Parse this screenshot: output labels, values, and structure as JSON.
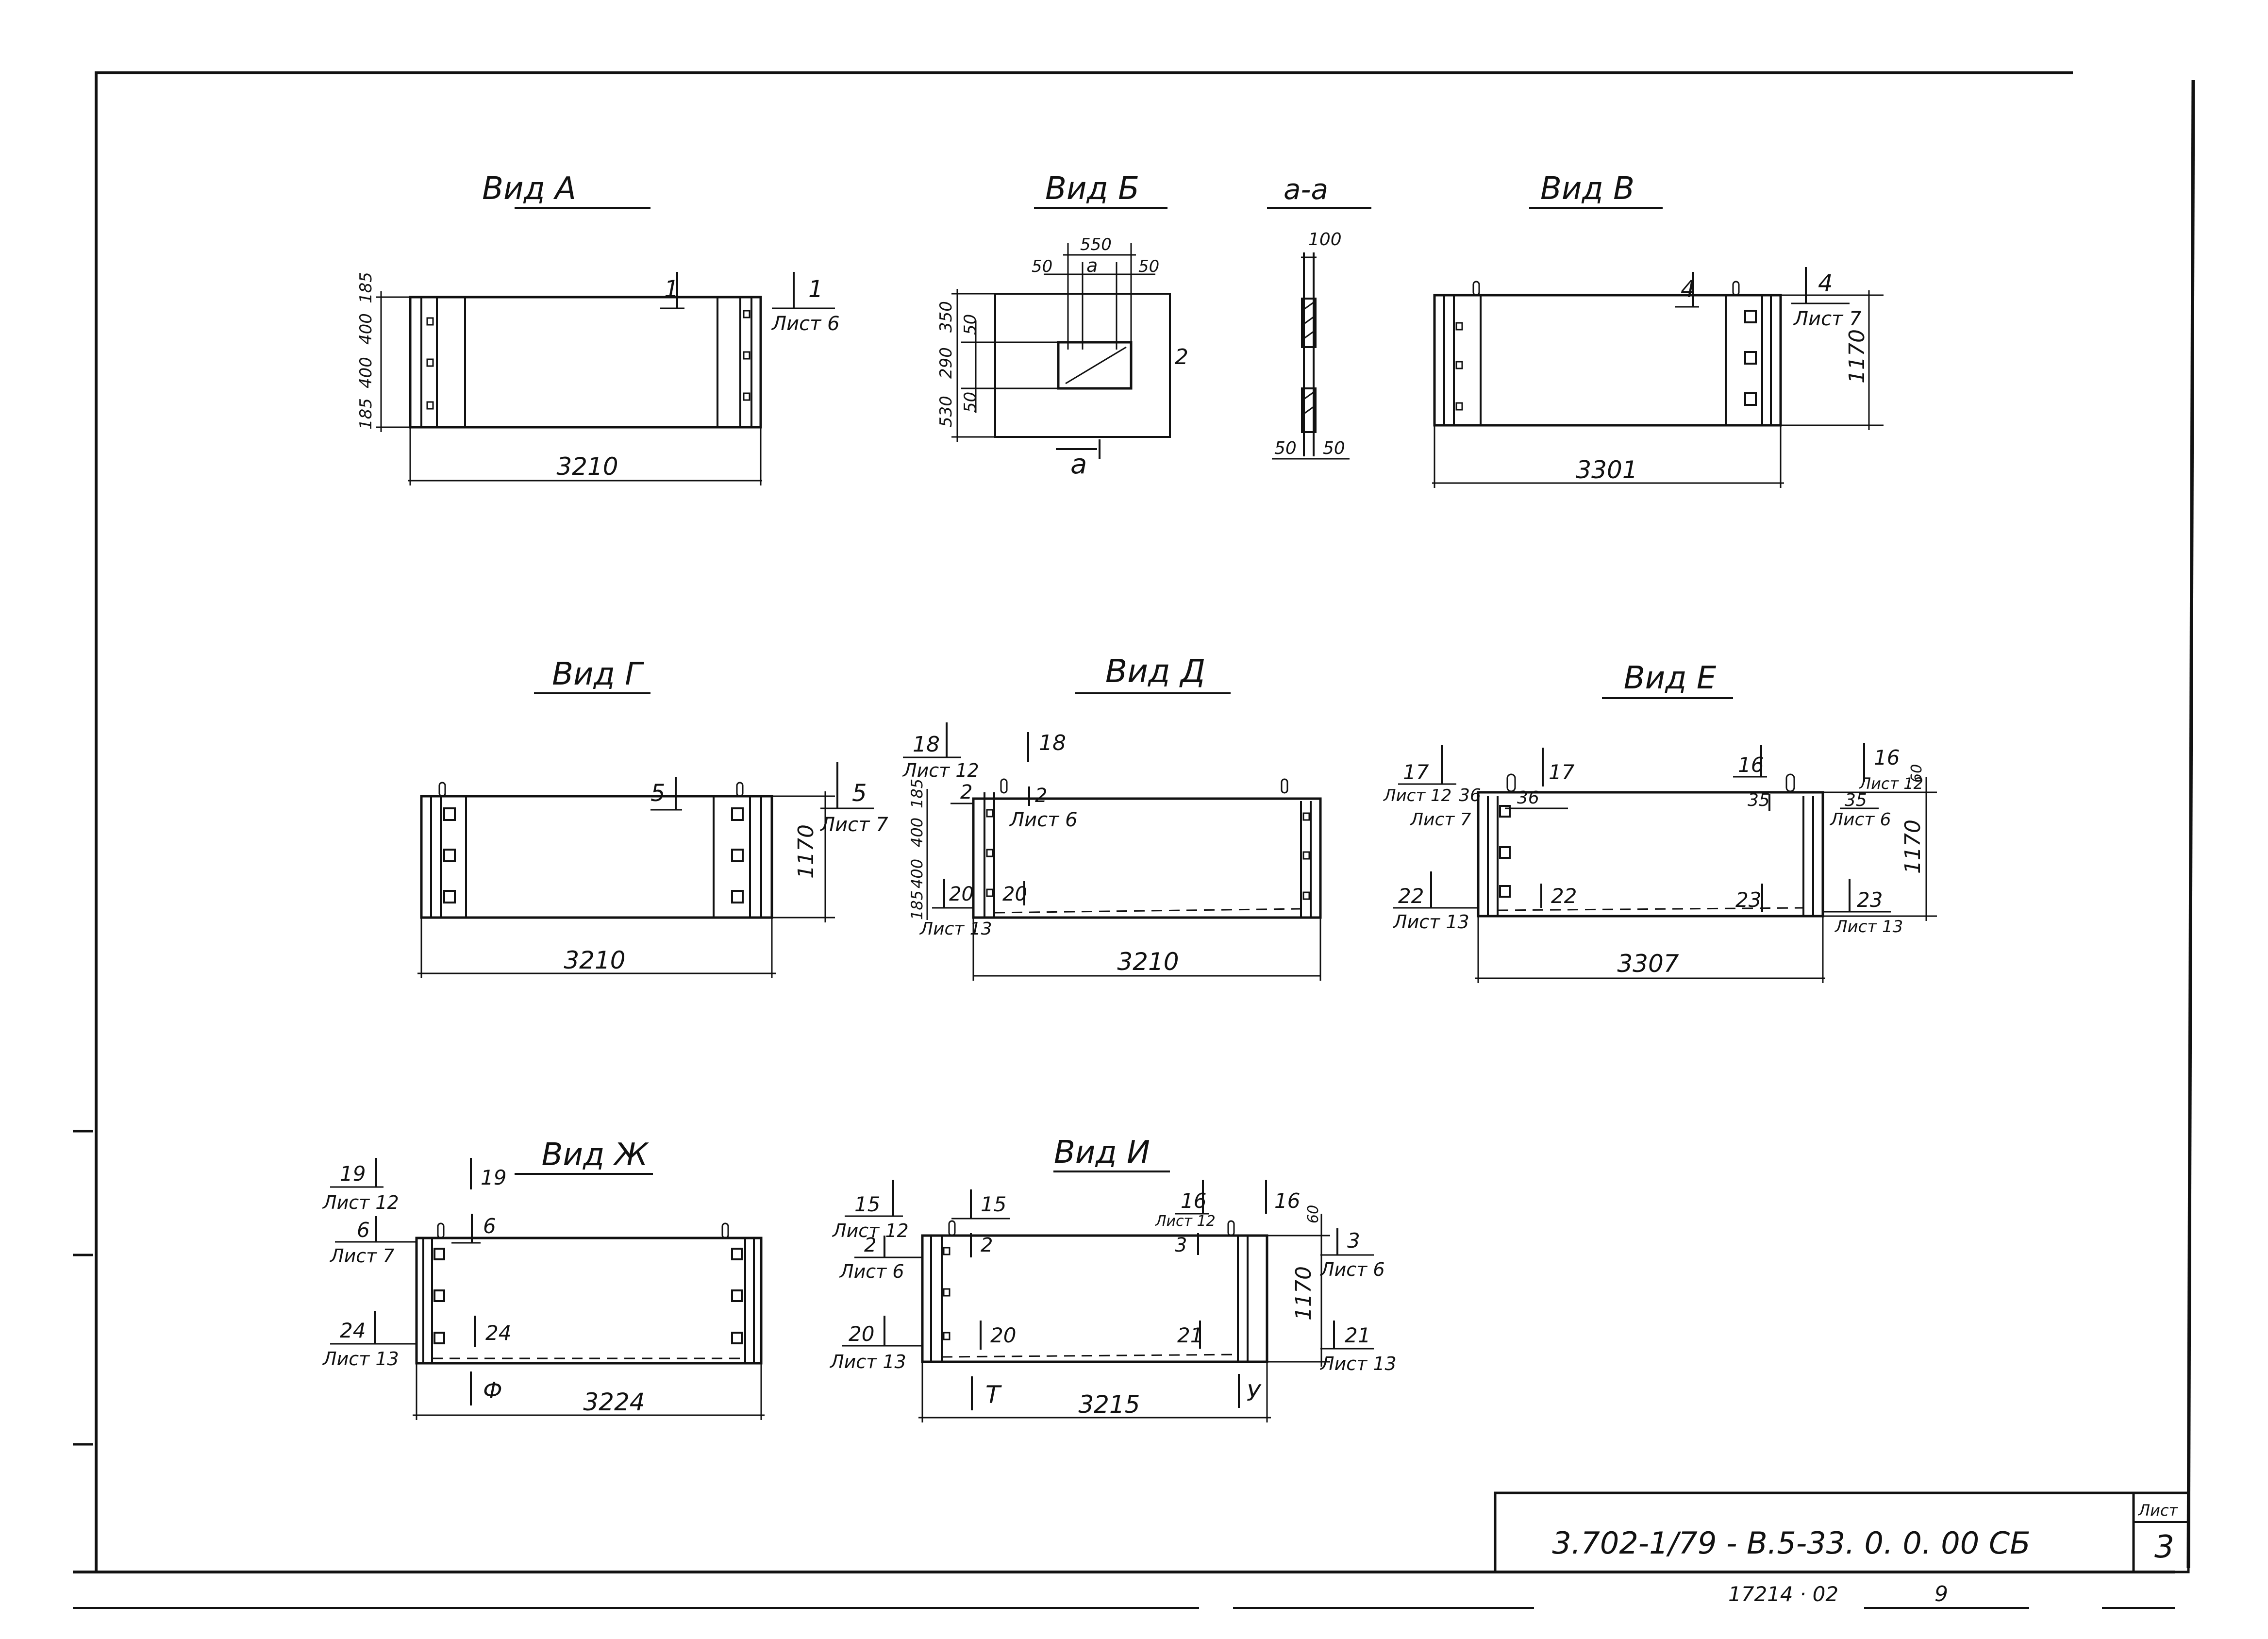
{
  "colors": {
    "ink": "#111111",
    "paper": "#ffffff"
  },
  "views": {
    "a": {
      "title": "Вид А",
      "dims": [
        "185",
        "400",
        "400",
        "185"
      ],
      "width": "3210",
      "cut_mark": "1",
      "cut_mark_right": "1",
      "sheet_ref": "Лист 6"
    },
    "b": {
      "title": "Вид Б",
      "top_dims": [
        "50",
        "а",
        "550",
        "50"
      ],
      "left_dims": [
        "350",
        "290",
        "50",
        "530",
        "50"
      ],
      "side_mark": "2",
      "section_mark": "а"
    },
    "aa": {
      "title": "а-а",
      "dims": [
        "100",
        "50",
        "50"
      ]
    },
    "v": {
      "title": "Вид В",
      "cut_mark": "4",
      "cut_mark_right": "4",
      "sheet_ref": "Лист 7",
      "height": "1170",
      "width": "3301"
    },
    "g": {
      "title": "Вид Г",
      "cut_mark": "5",
      "cut_mark_right": "5",
      "sheet_ref": "Лист 7",
      "height": "1170",
      "width": "3210"
    },
    "d": {
      "title": "Вид Д",
      "marks": [
        "18",
        "18",
        "2",
        "2",
        "20",
        "20"
      ],
      "sheet_refs": [
        "Лист 12",
        "Лист 6",
        "Лист 13"
      ],
      "dims": [
        "185",
        "400",
        "400",
        "185"
      ],
      "width": "3210"
    },
    "e": {
      "title": "Вид Е",
      "marks": [
        "17",
        "17",
        "36",
        "36",
        "16",
        "16",
        "35",
        "35",
        "22",
        "22",
        "23",
        "23"
      ],
      "sheet_refs": [
        "Лист 12",
        "Лист 7",
        "Лист 13",
        "Лист 12",
        "Лист 6",
        "Лист 13"
      ],
      "dims": [
        "60",
        "1170"
      ],
      "width": "3307"
    },
    "zh": {
      "title": "Вид Ж",
      "marks": [
        "19",
        "19",
        "6",
        "6",
        "24",
        "24",
        "Ф"
      ],
      "sheet_refs": [
        "Лист 12",
        "Лист 7",
        "Лист 13"
      ],
      "width": "3224"
    },
    "i": {
      "title": "Вид И",
      "marks": [
        "15",
        "15",
        "2",
        "2",
        "20",
        "20",
        "16",
        "16",
        "3",
        "3",
        "21",
        "21",
        "Т",
        "У"
      ],
      "sheet_refs": [
        "Лист 12",
        "Лист 6",
        "Лист 13",
        "Лист 12",
        "Лист 6",
        "Лист 13"
      ],
      "dims": [
        "60",
        "1170"
      ],
      "width": "3215"
    }
  },
  "title_block": {
    "code": "3.702-1/79 - В.5-33. 0. 0. 00 СБ",
    "sheet_label": "Лист",
    "sheet_number": "3"
  },
  "footer": {
    "archive_number": "17214 · 02",
    "page_number": "9"
  }
}
